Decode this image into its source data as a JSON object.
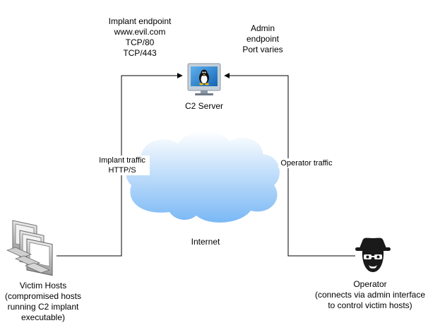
{
  "nodes": {
    "c2_server": {
      "label": "C2 Server",
      "icon": "linux-monitor-icon"
    },
    "internet": {
      "label": "Internet",
      "icon": "cloud-icon"
    },
    "victim_hosts": {
      "label_lines": [
        "Victim Hosts",
        "(compromised hosts",
        "running C2 implant",
        "executable)"
      ],
      "icon": "desktop-computers-icon"
    },
    "operator": {
      "label_lines": [
        "Operator",
        "(connects via admin interface",
        "to control victim hosts)"
      ],
      "icon": "spy-icon"
    }
  },
  "annotations": {
    "implant_endpoint": [
      "Implant endpoint",
      "www.evil.com",
      "TCP/80",
      "TCP/443"
    ],
    "admin_endpoint": [
      "Admin",
      "endpoint",
      "Port varies"
    ]
  },
  "edges": {
    "implant_traffic": {
      "label_lines": [
        "Implant traffic",
        "HTTP/S"
      ]
    },
    "operator_traffic": {
      "label": "Operator traffic"
    }
  },
  "colors": {
    "line": "#000000",
    "cloud_top": "#ffffff",
    "cloud_bottom": "#7ab8f5",
    "monitor_frame": "#b8c6d3",
    "monitor_screen": "#1d7bc9",
    "spy": "#1a1a1a"
  }
}
